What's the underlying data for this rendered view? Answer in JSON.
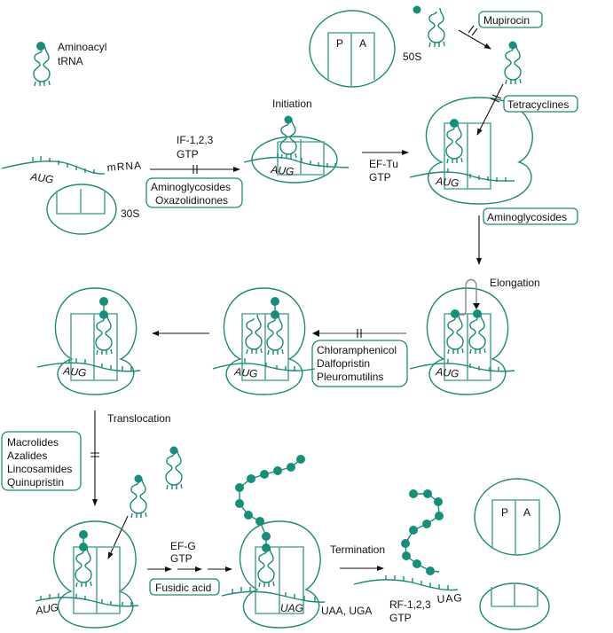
{
  "colors": {
    "teal": "#1b8a78",
    "teal_fill": "#12907a",
    "text": "#111111",
    "background": "#ffffff"
  },
  "legend": {
    "line1": "Aminoacyl",
    "line2": "tRNA",
    "icon": "aminoacyl-trna-icon"
  },
  "initiation": {
    "mrna_label": "mRNA",
    "start_codon": "AUG",
    "subunit_30s": "30S",
    "subunit_50s": "50S",
    "site_p": "P",
    "site_a": "A",
    "factors_line1": "IF-1,2,3",
    "factors_line2": "GTP",
    "inhibitors": [
      "Aminoglycosides",
      "Oxazolidinones"
    ],
    "stage_label": "Initiation"
  },
  "tRNA_charging": {
    "inhibitor": "Mupirocin"
  },
  "decoding": {
    "factors_line1": "EF-Tu",
    "factors_line2": "GTP",
    "inhibitor_top": "Tetracyclines",
    "inhibitor_bottom": "Aminoglycosides"
  },
  "elongation": {
    "stage_label": "Elongation",
    "inhibitors": [
      "Chloramphenicol",
      "Dalfopristin",
      "Pleuromutilins"
    ]
  },
  "translocation": {
    "stage_label": "Translocation",
    "inhibitors": [
      "Macrolides",
      "Azalides",
      "Lincosamides",
      "Quinupristin"
    ],
    "factors_line1": "EF-G",
    "factors_line2": "GTP",
    "inhibitor_efg": "Fusidic acid"
  },
  "termination": {
    "stage_label": "Termination",
    "stop_codon": "UAG",
    "other_stop_codons": "UAA, UGA",
    "factors_line1": "RF-1,2,3",
    "factors_line2": "GTP"
  },
  "codons": {
    "start": "AUG",
    "stop": "UAG"
  }
}
